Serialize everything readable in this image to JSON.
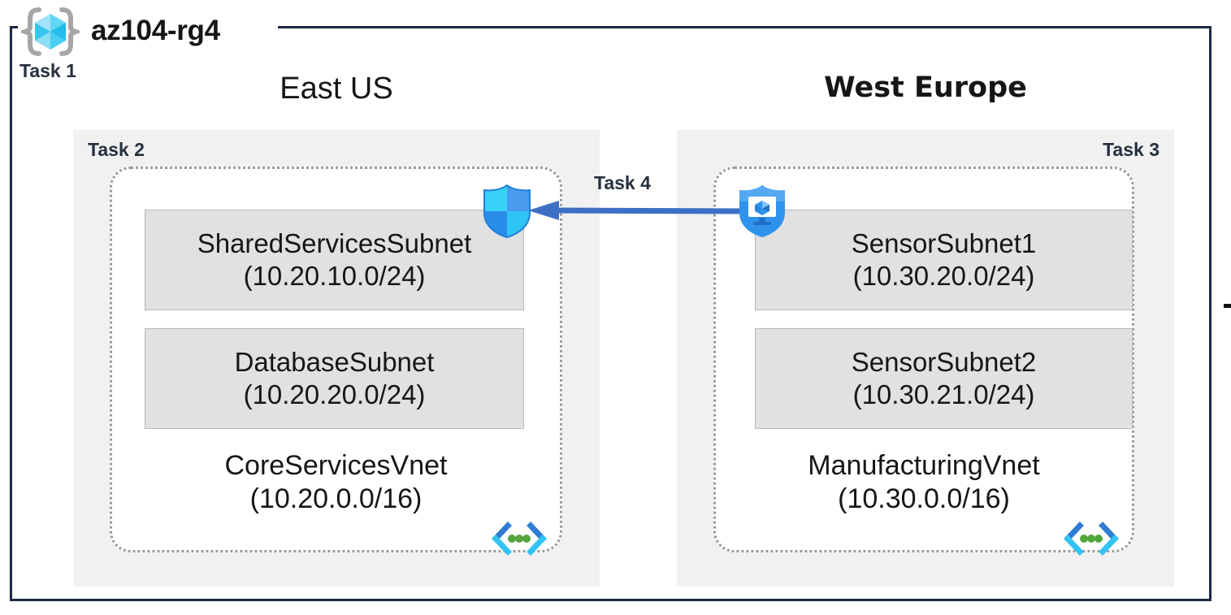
{
  "resource_group": {
    "name": "az104-rg4",
    "icon": "resource-group-cube-icon",
    "task_label": "Task 1"
  },
  "regions": [
    {
      "id": "east-us",
      "title": "East US",
      "task_label": "Task 2",
      "task_align": "left",
      "vnet": {
        "name": "CoreServicesVnet",
        "cidr": "(10.20.0.0/16)",
        "icon": "vnet-icon",
        "subnets": [
          {
            "name": "SharedServicesSubnet",
            "cidr": "(10.20.10.0/24)"
          },
          {
            "name": "DatabaseSubnet",
            "cidr": "(10.20.20.0/24)"
          }
        ]
      }
    },
    {
      "id": "west-europe",
      "title": "West Europe",
      "task_label": "Task 3",
      "task_align": "right",
      "vnet": {
        "name": "ManufacturingVnet",
        "cidr": "(10.30.0.0/16)",
        "icon": "vnet-icon",
        "subnets": [
          {
            "name": "SensorSubnet1",
            "cidr": "(10.30.20.0/24)"
          },
          {
            "name": "SensorSubnet2",
            "cidr": "(10.30.21.0/24)"
          }
        ]
      }
    }
  ],
  "overlays": {
    "nsg": {
      "icon": "network-security-group-shield-icon",
      "name": "network-security-group"
    },
    "vm": {
      "icon": "virtual-machine-shield-icon",
      "name": "virtual-machine"
    },
    "peering": {
      "task_label": "Task 4",
      "icon": "left-arrow-icon",
      "direction": "west-europe-to-east-us"
    }
  },
  "colors": {
    "frame_border": "#1b2a45",
    "task_text": "#26303f",
    "region_bg": "#f1f1f1",
    "subnet_bg": "#e1e1e1",
    "subnet_border": "#b9b9b9",
    "vnet_border": "#9b9b9b",
    "arrow": "#3d6fc4",
    "nsg_cyan": "#32c8f2",
    "nsg_blue": "#3b90ea",
    "vm_blue": "#1f8ce8",
    "vnet_glyph_blue": "#2f7cd4",
    "vnet_glyph_cyan": "#31c4f3",
    "vnet_glyph_green": "#53a63a",
    "text": "#161616"
  }
}
